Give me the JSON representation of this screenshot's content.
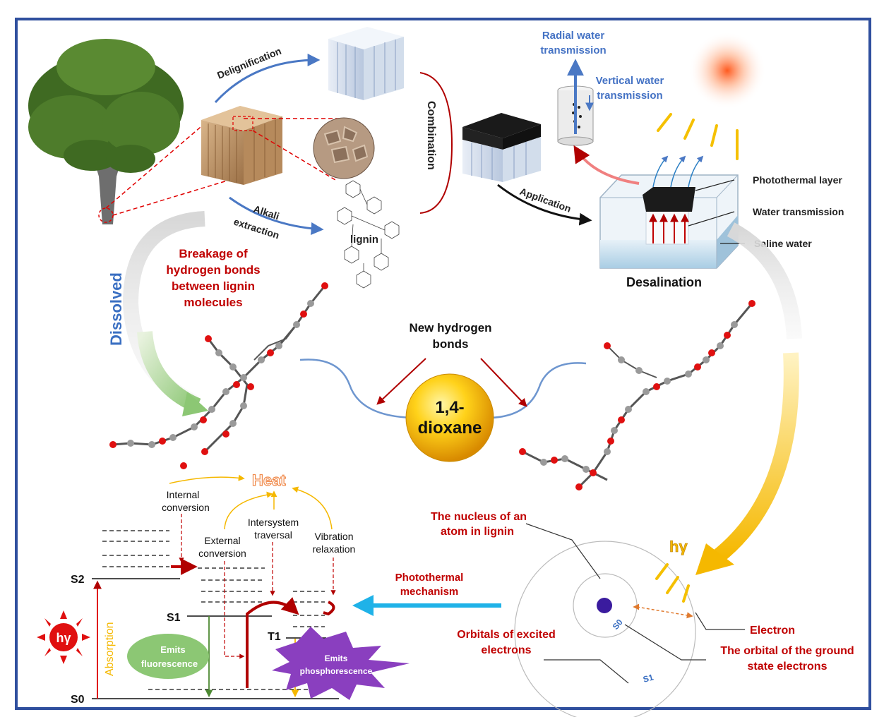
{
  "colors": {
    "frame": "#2f4f9e",
    "red_label": "#c00000",
    "blue_label": "#4472c4",
    "heat": "#f4a460",
    "absorption": "#f5b800",
    "fluorescence_fill": "#8cc774",
    "phosphorescence_fill": "#8a3fbf",
    "photothermal_arrow": "#1fb2e8"
  },
  "top": {
    "delignification": "Delignification",
    "alkali_extraction_1": "Alkali",
    "alkali_extraction_2": "extraction",
    "lignin": "lignin",
    "combination": "Combination",
    "application": "Application",
    "desalination": "Desalination",
    "radial_1": "Radial water",
    "radial_2": "transmission",
    "vertical_1": "Vertical water",
    "vertical_2": "transmission",
    "photothermal_layer": "Photothermal layer",
    "water_transmission": "Water transmission",
    "saline_water": "Saline water"
  },
  "middle": {
    "dissolved": "Dissolved",
    "breakage_1": "Breakage of",
    "breakage_2": "hydrogen bonds",
    "breakage_3": "between lignin",
    "breakage_4": "molecules",
    "new_hb_1": "New hydrogen",
    "new_hb_2": "bonds",
    "dioxane_1": "1,4-",
    "dioxane_2": "dioxane"
  },
  "jablonski": {
    "heat": "Heat",
    "internal_1": "Internal",
    "internal_2": "conversion",
    "external_1": "External",
    "external_2": "conversion",
    "intersystem_1": "Intersystem",
    "intersystem_2": "traversal",
    "vibration_1": "Vibration",
    "vibration_2": "relaxation",
    "s2": "S2",
    "s1": "S1",
    "t1": "T1",
    "s0": "S0",
    "absorption": "Absorption",
    "hv": "hγ",
    "fluor_1": "Emits",
    "fluor_2": "fluorescence",
    "phos_1": "Emits",
    "phos_2": "phosphorescence"
  },
  "atom": {
    "photothermal_1": "Photothermal",
    "photothermal_2": "mechanism",
    "nucleus_1": "The nucleus of an",
    "nucleus_2": "atom in lignin",
    "hv": "hγ",
    "electron": "Electron",
    "excited_1": "Orbitals of excited",
    "excited_2": "electrons",
    "ground_1": "The orbital of the ground",
    "ground_2": "state electrons",
    "s0": "S0",
    "s1": "S1"
  }
}
